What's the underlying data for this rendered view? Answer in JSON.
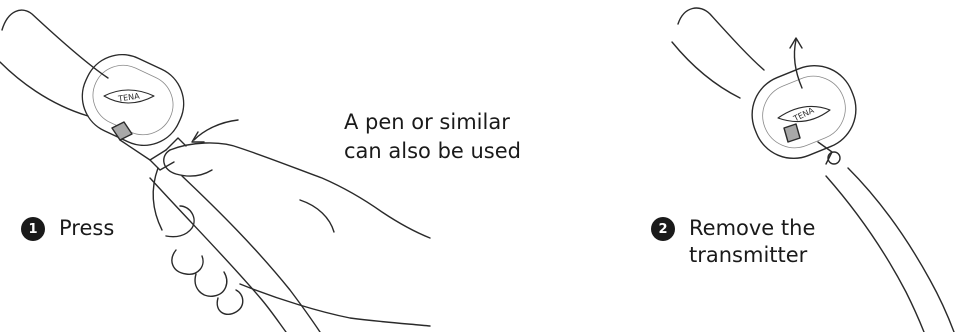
{
  "note": {
    "line1": "A pen or similar",
    "line2": "can also be used"
  },
  "steps": [
    {
      "number": "1",
      "label": "Press"
    },
    {
      "number": "2",
      "label": "Remove the transmitter"
    }
  ],
  "device": {
    "brand_text": "TENA"
  },
  "colors": {
    "stroke": "#2a2a2a",
    "badge": "#1a1a1a",
    "clip_gray": "#a8a8a8"
  }
}
